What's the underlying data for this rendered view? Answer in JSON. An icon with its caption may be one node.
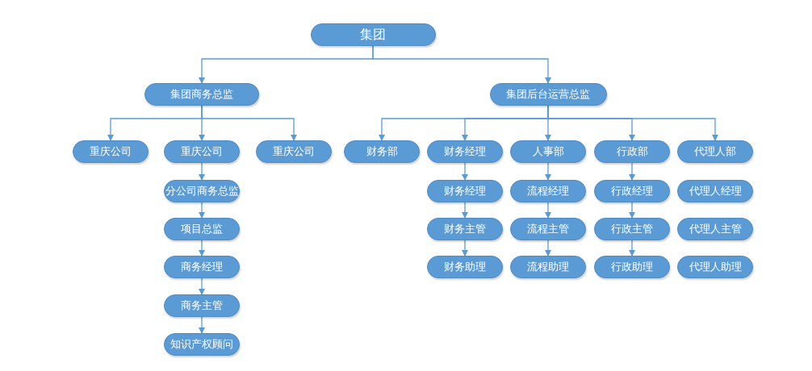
{
  "diagram": {
    "nodes": [
      {
        "text": [
          "集团"
        ]
      },
      {
        "text": [
          "集团商务总监"
        ]
      },
      {
        "text": [
          "集团后台运营总监"
        ]
      },
      {
        "text": [
          "重庆公司"
        ]
      },
      {
        "text": [
          "重庆公司"
        ]
      },
      {
        "text": [
          "重庆公司"
        ]
      },
      {
        "text": [
          "分公司商务总监"
        ]
      },
      {
        "text": [
          "项目总监"
        ]
      },
      {
        "text": [
          "商务经理"
        ]
      },
      {
        "text": [
          "商务主管"
        ]
      },
      {
        "text": [
          "知识产权顾问"
        ]
      },
      {
        "text": [
          "财务部"
        ]
      },
      {
        "text": [
          "财务经理"
        ]
      },
      {
        "text": [
          "人事部"
        ]
      },
      {
        "text": [
          "行政部"
        ]
      },
      {
        "text": [
          "代理人部"
        ]
      },
      {
        "text": [
          "财务经理"
        ]
      },
      {
        "text": [
          "流程经理"
        ]
      },
      {
        "text": [
          "行政经理"
        ]
      },
      {
        "text": [
          "代理人经理"
        ]
      },
      {
        "text": [
          "财务主管"
        ]
      },
      {
        "text": [
          "流程主管"
        ]
      },
      {
        "text": [
          "行政主管"
        ]
      },
      {
        "text": [
          "代理人主管"
        ]
      },
      {
        "text": [
          "财务助理"
        ]
      },
      {
        "text": [
          "流程助理"
        ]
      },
      {
        "text": [
          "行政助理"
        ]
      },
      {
        "text": [
          "代理人助理"
        ]
      }
    ],
    "edges": [
      {
        "from": 0,
        "to": 1,
        "arrow": "to"
      },
      {
        "from": 0,
        "to": 2,
        "arrow": "to"
      },
      {
        "from": 1,
        "to": 3,
        "arrow": "to"
      },
      {
        "from": 1,
        "to": 4,
        "arrow": "to"
      },
      {
        "from": 1,
        "to": 5,
        "arrow": "to"
      },
      {
        "from": 4,
        "to": 6,
        "arrow": "to"
      },
      {
        "from": 6,
        "to": 7,
        "arrow": "to"
      },
      {
        "from": 7,
        "to": 8,
        "arrow": "to"
      },
      {
        "from": 8,
        "to": 9,
        "arrow": "to"
      },
      {
        "from": 9,
        "to": 10,
        "arrow": "to"
      },
      {
        "from": 2,
        "to": 11,
        "arrow": "to"
      },
      {
        "from": 2,
        "to": 12,
        "arrow": "to"
      },
      {
        "from": 2,
        "to": 13,
        "arrow": "to"
      },
      {
        "from": 2,
        "to": 14,
        "arrow": "to"
      },
      {
        "from": 2,
        "to": 15,
        "arrow": "to"
      },
      {
        "from": 12,
        "to": 16,
        "arrow": "to"
      },
      {
        "from": 16,
        "to": 20,
        "arrow": "to"
      },
      {
        "from": 20,
        "to": 24,
        "arrow": "to"
      },
      {
        "from": 13,
        "to": 17,
        "arrow": "to"
      },
      {
        "from": 17,
        "to": 21,
        "arrow": "to"
      },
      {
        "from": 21,
        "to": 25,
        "arrow": "to"
      },
      {
        "from": 14,
        "to": 18,
        "arrow": "to"
      },
      {
        "from": 18,
        "to": 22,
        "arrow": "to"
      },
      {
        "from": 22,
        "to": 26,
        "arrow": "to"
      }
    ]
  }
}
